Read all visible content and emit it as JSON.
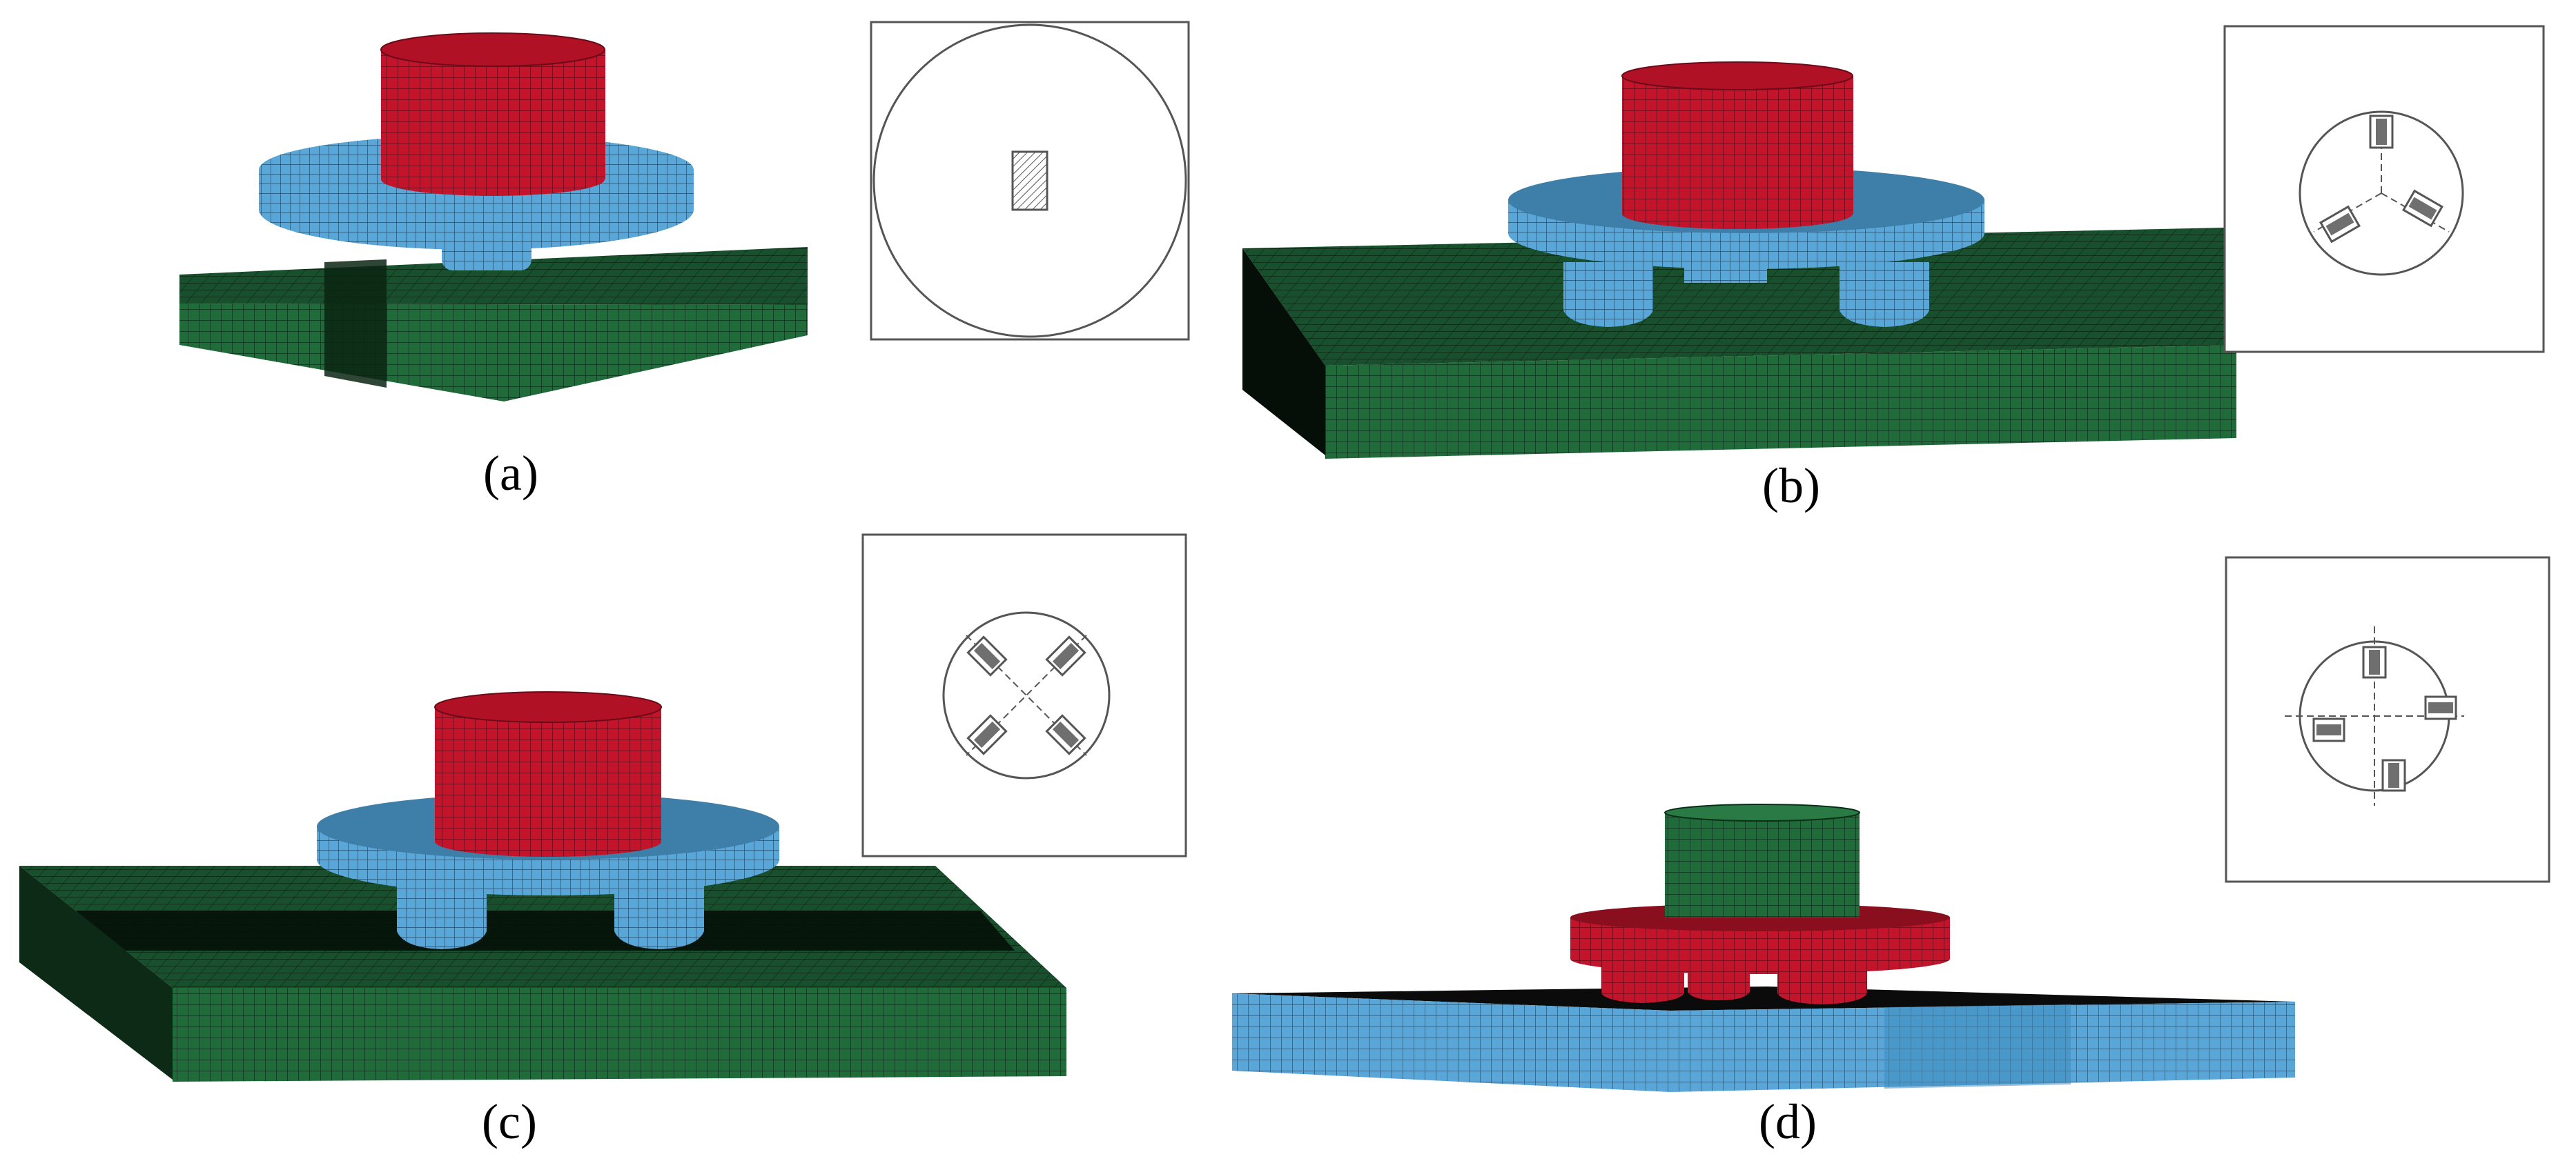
{
  "figure": {
    "panels": [
      {
        "id": "a",
        "label": "(a)",
        "tool_color_top": "#c4142b",
        "tool_color_shoulder": "#58a7d8",
        "plate_color": "#1f6b3a",
        "pins": 1
      },
      {
        "id": "b",
        "label": "(b)",
        "tool_color_top": "#c4142b",
        "tool_color_shoulder": "#58a7d8",
        "plate_color": "#1f6b3a",
        "pins": 3
      },
      {
        "id": "c",
        "label": "(c)",
        "tool_color_top": "#c4142b",
        "tool_color_shoulder": "#58a7d8",
        "plate_color": "#1f6b3a",
        "pins": 4
      },
      {
        "id": "d",
        "label": "(d)",
        "tool_color_top": "#2a7a45",
        "tool_color_shoulder": "#c4142b",
        "plate_color": "#58a7d8",
        "pins": 4
      }
    ],
    "colors": {
      "red": "#c4142b",
      "blue": "#58a7d8",
      "green": "#1f6b3a",
      "frame": "#555555",
      "pin_fill": "#6f6f6f"
    }
  }
}
